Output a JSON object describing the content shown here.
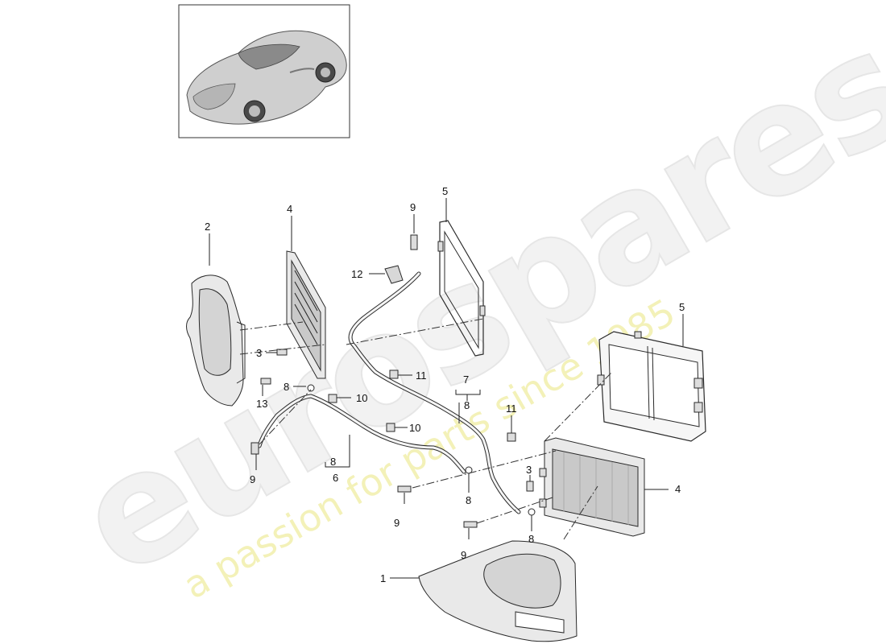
{
  "watermark": {
    "brand": "eurospares",
    "tagline": "a passion for parts since 1985"
  },
  "thumbnail": {
    "icon": "car-overview-icon"
  },
  "callouts": [
    {
      "id": "c2",
      "text": "2"
    },
    {
      "id": "c4a",
      "text": "4"
    },
    {
      "id": "c5a",
      "text": "5"
    },
    {
      "id": "c9a",
      "text": "9"
    },
    {
      "id": "c12",
      "text": "12"
    },
    {
      "id": "c3a",
      "text": "3"
    },
    {
      "id": "c11a",
      "text": "11"
    },
    {
      "id": "c8a",
      "text": "8"
    },
    {
      "id": "c10a",
      "text": "10"
    },
    {
      "id": "c13",
      "text": "13"
    },
    {
      "id": "c7",
      "text": "7"
    },
    {
      "id": "c8b",
      "text": "8"
    },
    {
      "id": "c5b",
      "text": "5"
    },
    {
      "id": "c11b",
      "text": "11"
    },
    {
      "id": "c10b",
      "text": "10"
    },
    {
      "id": "c8c",
      "text": "8"
    },
    {
      "id": "c6",
      "text": "6"
    },
    {
      "id": "c9b",
      "text": "9"
    },
    {
      "id": "c9c",
      "text": "9"
    },
    {
      "id": "c3b",
      "text": "3"
    },
    {
      "id": "c4b",
      "text": "4"
    },
    {
      "id": "c8d",
      "text": "8"
    },
    {
      "id": "c8e",
      "text": "8"
    },
    {
      "id": "c9d",
      "text": "9"
    },
    {
      "id": "c1",
      "text": "1"
    }
  ]
}
